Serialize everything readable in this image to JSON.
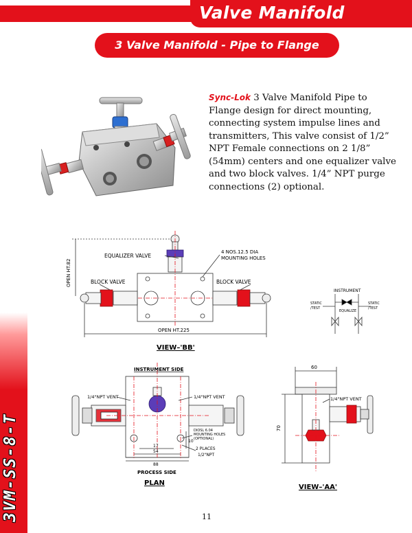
{
  "header": {
    "title": "Valve Manifold"
  },
  "subtitle": "3 Valve Manifold - Pipe to Flange",
  "description": {
    "brand": "Sync-Lok",
    "text": " 3 Valve Manifold Pipe to Flange design for direct mounting, connecting system impulse lines and transmitters, This valve consist of 1/2” NPT Female connections on 2 1/8” (54mm) centers and one equalizer valve and two block valves. 1/4” NPT purge connections (2) optional."
  },
  "side_label": "3VM-SS-8-T",
  "view_bb": {
    "label_open_ht_82": "OPEN HT.82",
    "label_equalizer": "EQUALIZER VALVE",
    "label_mount_1": "4 NOS.12.5 DIA",
    "label_mount_2": "MOUNTING HOLES",
    "label_block_left": "BLOCK VALVE",
    "label_block_right": "BLOCK VALVE",
    "label_open_ht_225": "OPEN HT.225",
    "caption": "VIEW–'BB'"
  },
  "schematic": {
    "label_instrument": "INSTRUMENT",
    "label_static_left_1": "STATIC",
    "label_static_left_2": "/TEST",
    "label_static_right_1": "STATIC",
    "label_static_right_2": "/TEST",
    "label_equalize": "EQUALIZE"
  },
  "plan": {
    "label_instrument_side": "INSTRUMENT SIDE",
    "label_vent_left": "1/4\"NPT VENT",
    "label_vent_right": "1/4\"NPT VENT",
    "label_mount_1": "DIOSL 6.04",
    "label_mount_2": "MOUNTING HOLES",
    "label_mount_3": "(OPTIONAL)",
    "label_places": "2 PLACES",
    "label_npt": "1/2\"NPT",
    "dim_10": "10",
    "dim_17": "17",
    "dim_54": "54",
    "dim_88": "88",
    "label_process_side": "PROCESS SIDE",
    "caption": "PLAN"
  },
  "view_aa": {
    "dim_60": "60",
    "dim_70": "70",
    "label_vent": "1/4\"NPT VENT",
    "caption": "VIEW–'AA'"
  },
  "page_number": "11",
  "colors": {
    "accent": "#e3111b",
    "valve_blue": "#3a4bd8",
    "valve_red": "#e3111b"
  }
}
